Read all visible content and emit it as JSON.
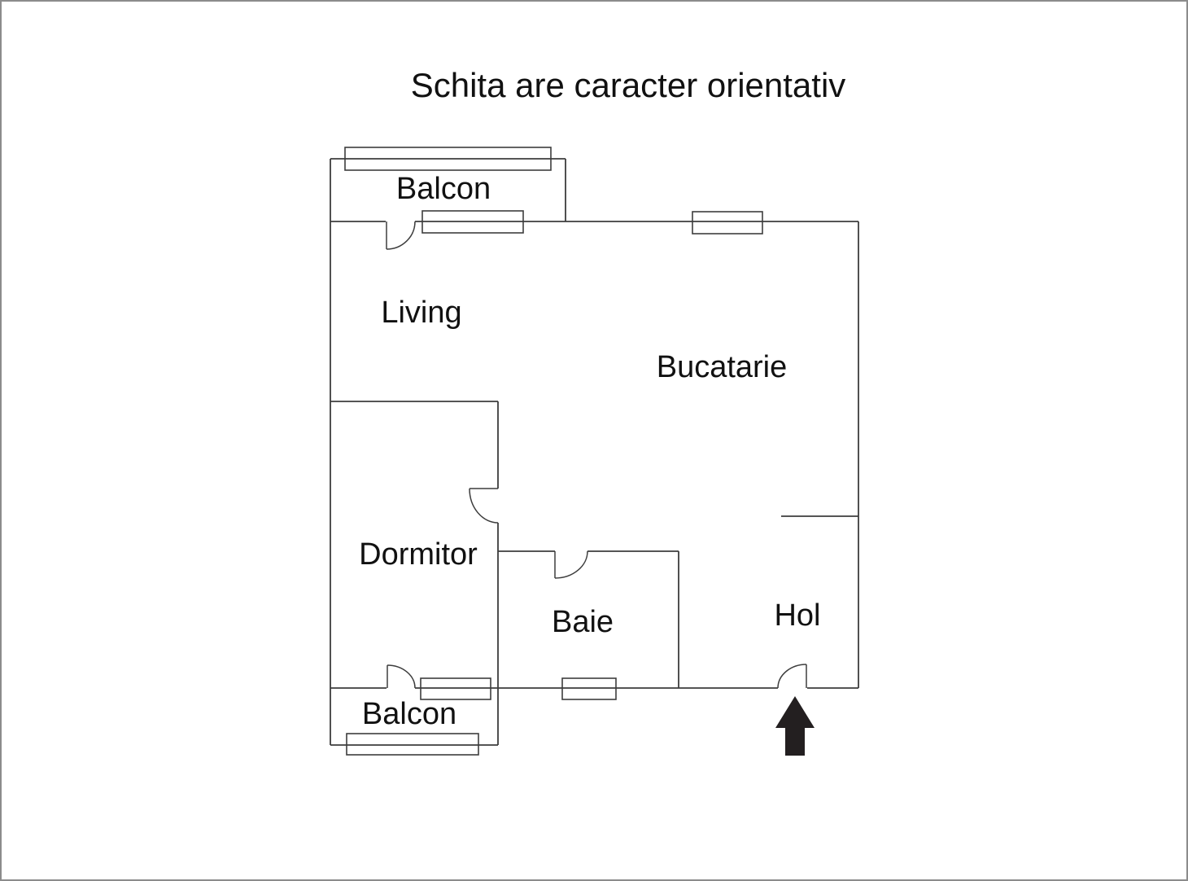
{
  "page": {
    "title": "Schita are caracter orientativ"
  },
  "rooms": {
    "balcon_top": "Balcon",
    "living": "Living",
    "bucatarie": "Bucatarie",
    "dormitor": "Dormitor",
    "baie": "Baie",
    "hol": "Hol",
    "balcon_bottom": "Balcon"
  },
  "colors": {
    "wall": "#3d3d3d",
    "text": "#111111",
    "arrow": "#231f20",
    "page_border": "#8c8c8c",
    "background": "#ffffff"
  }
}
